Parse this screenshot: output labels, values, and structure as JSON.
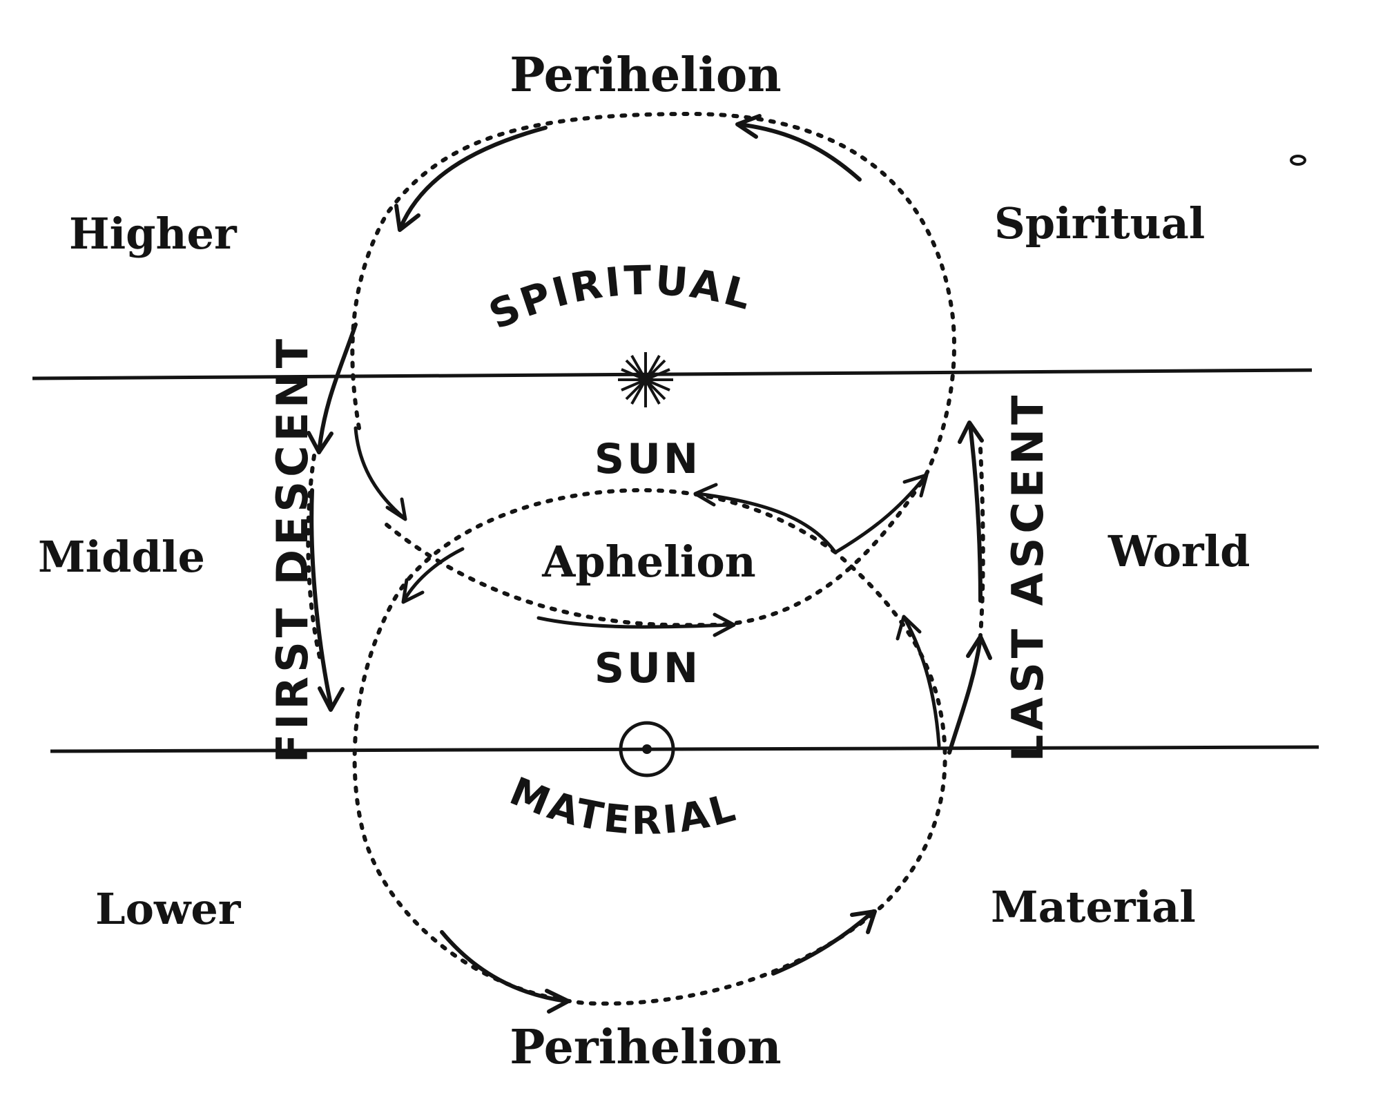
{
  "labels": {
    "perihelion_top": "Perihelion",
    "perihelion_bottom": "Perihelion",
    "higher": "Higher",
    "spiritual_right": "Spiritual",
    "middle": "Middle",
    "world": "World",
    "lower": "Lower",
    "material_right": "Material",
    "spiritual_arc": "SPIRITUAL",
    "material_arc": "MATERIAL",
    "sun_upper": "SUN",
    "sun_lower": "SUN",
    "aphelion": "Aphelion",
    "first_descent": "FIRST DESCENT",
    "last_ascent": "LAST ASCENT"
  },
  "colors": {
    "ink": "#141414",
    "paper": "#ffffff"
  },
  "symbols": [
    "spiritual-sun-star-icon",
    "material-sun-circled-dot-icon"
  ]
}
